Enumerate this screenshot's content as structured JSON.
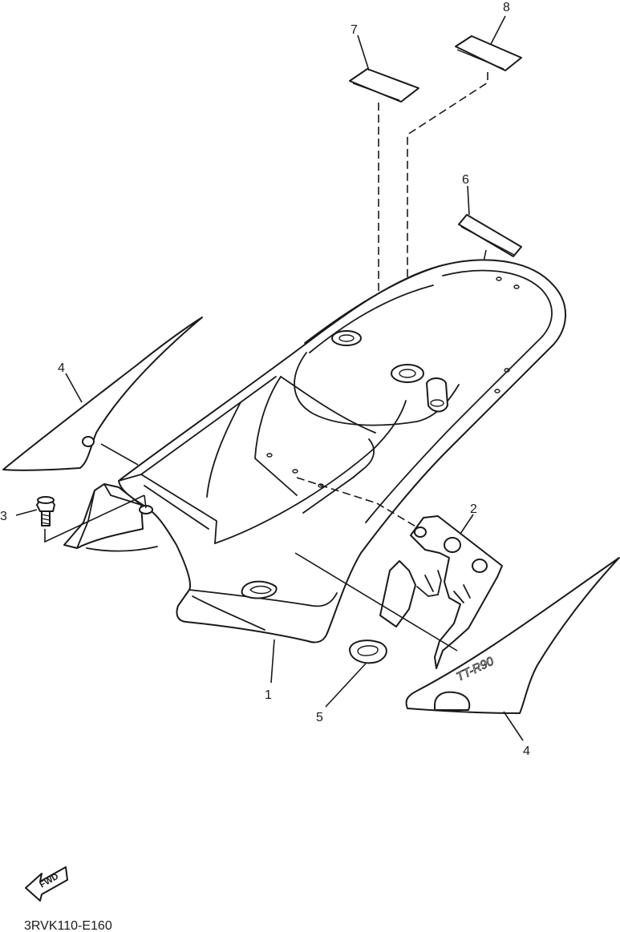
{
  "callouts": {
    "c1": "1",
    "c2": "2",
    "c3": "3",
    "c4_left": "4",
    "c4_right": "4",
    "c5": "5",
    "c6": "6",
    "c7": "7",
    "c8": "8"
  },
  "fwd_label": "FWD",
  "decal_text": "TT-R90",
  "diagram_code": "3RVK110-E160",
  "colors": {
    "ink": "#1a1a1a",
    "paper": "#ffffff"
  }
}
